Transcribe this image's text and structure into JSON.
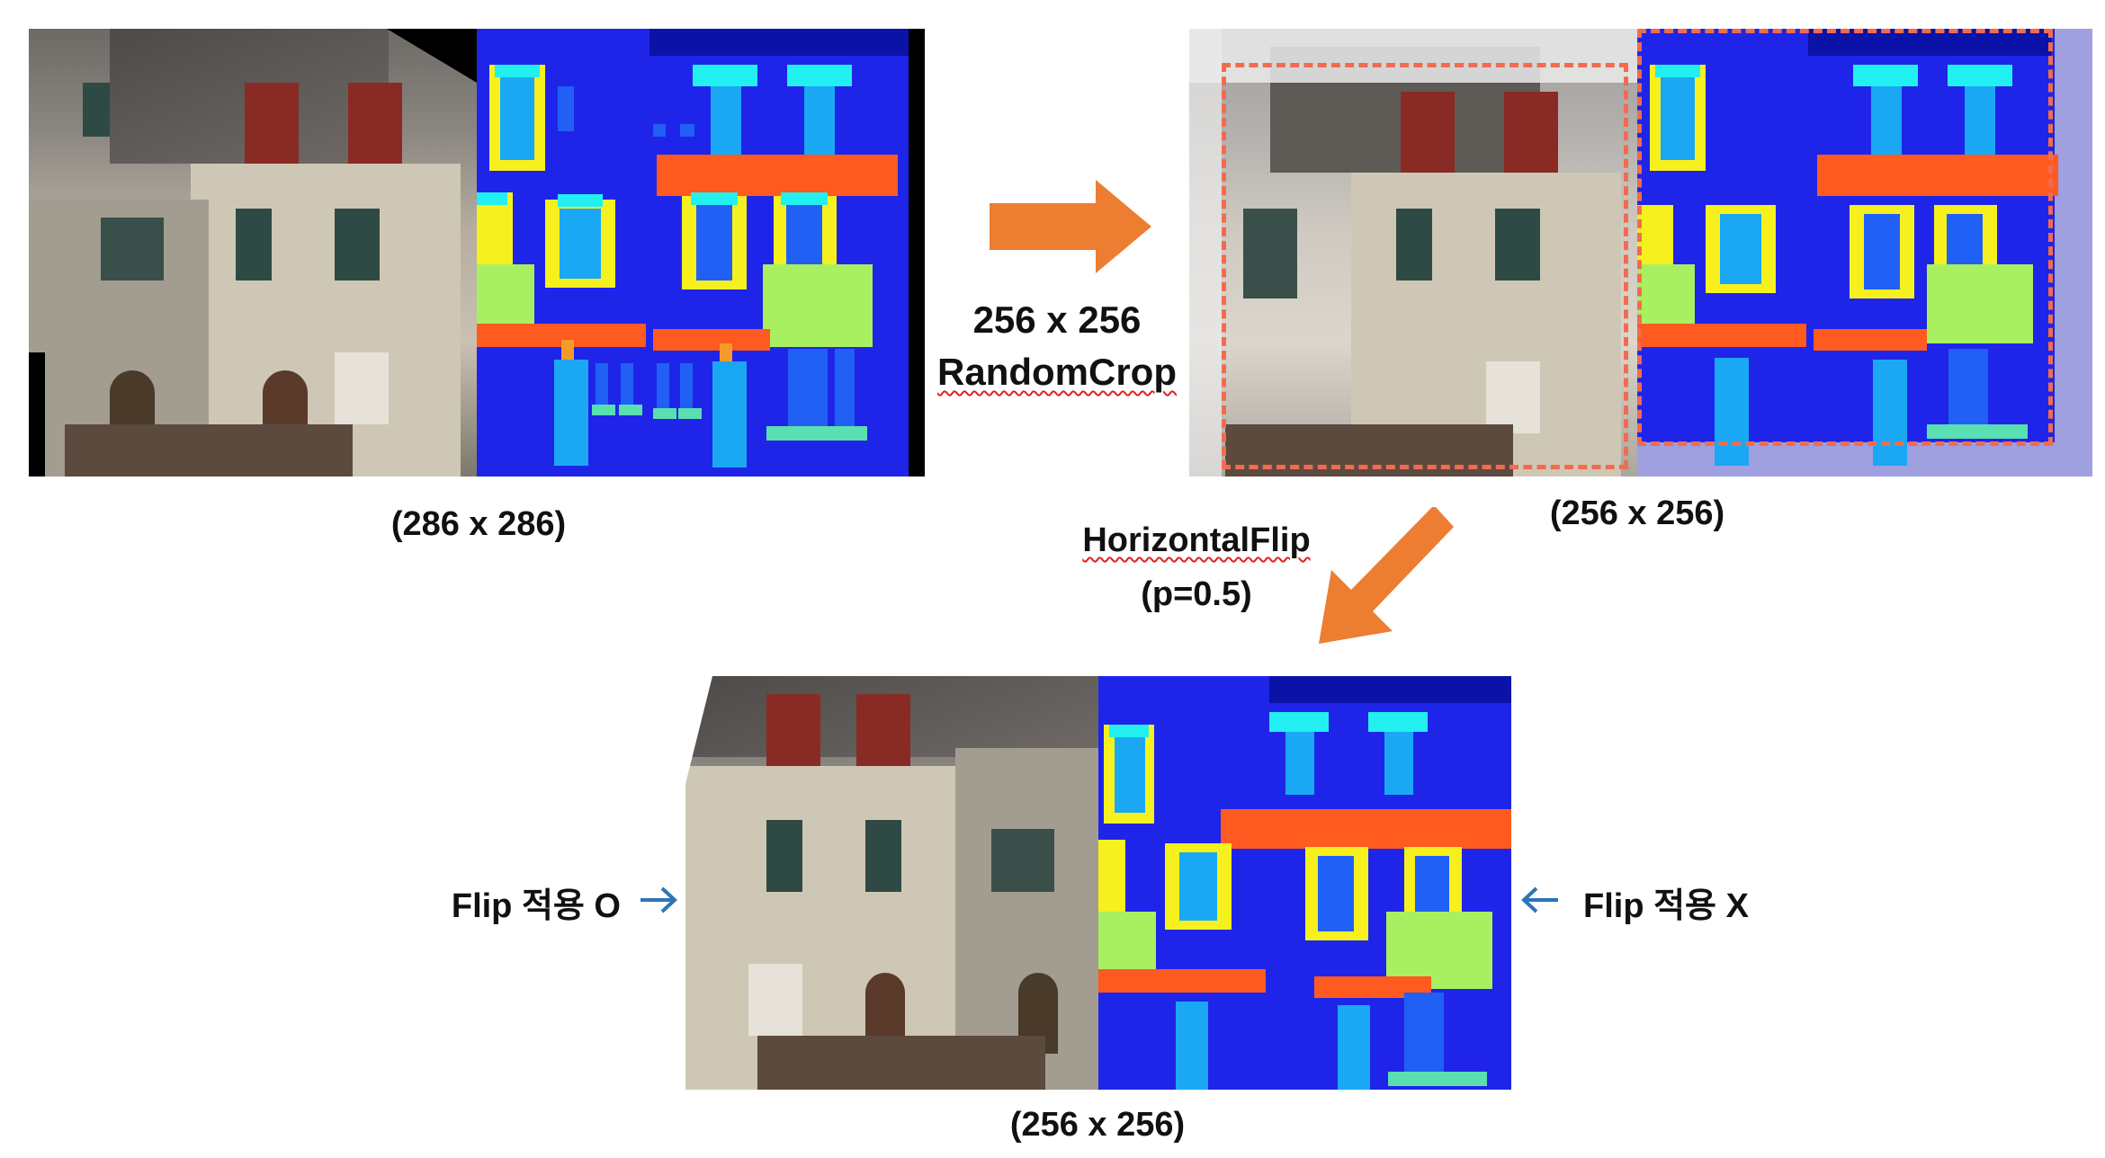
{
  "labels": {
    "size_original": "(286 x 286)",
    "size_cropped": "(256 x 256)",
    "size_flipped": "(256 x 256)",
    "crop_line1": "256 x 256",
    "crop_line2": "RandomCrop",
    "flip_line1": "HorizontalFlip",
    "flip_line2": "(p=0.5)",
    "flip_applied": "Flip 적용 O",
    "flip_not_applied": "Flip 적용 X"
  },
  "icons": {
    "right_arrow": "arrow-right-icon",
    "down_left_arrow": "arrow-down-left-icon",
    "pointer_right": "pointer-arrow-right-icon",
    "pointer_left": "pointer-arrow-left-icon"
  },
  "colors": {
    "arrow": "#ED7D31",
    "pointer": "#2E75B6",
    "crop_box": "#F26B4F",
    "seg_bg": "#1F25E8",
    "seg_dark": "#0B12A8",
    "seg_orange": "#FF5A1F",
    "seg_yellow": "#F5F01E",
    "seg_cyan": "#22F0F0",
    "seg_skyblue": "#1AA8F5",
    "seg_green": "#A8F060",
    "seg_midblue": "#2060F5"
  }
}
